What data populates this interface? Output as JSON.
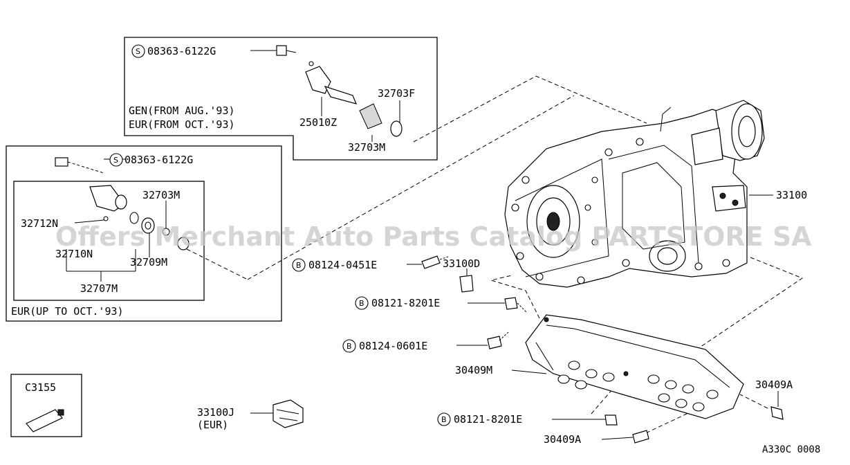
{
  "labels": {
    "s_top": "08363-6122G",
    "s_left": "08363-6122G",
    "gen_note": "GEN(FROM AUG.'93)",
    "eur_note": "EUR(FROM OCT.'93)",
    "p25010z": "25010Z",
    "p32703f": "32703F",
    "p32703m_top": "32703M",
    "p32703m_left": "32703M",
    "p32712n": "32712N",
    "p32709m": "32709M",
    "p32710n": "32710N",
    "p32707m": "32707M",
    "eur_up": "EUR(UP TO OCT.'93)",
    "p33100": "33100",
    "b_08124_0451e": "08124-0451E",
    "p33100d": "33100D",
    "b_08121_8201e_a": "08121-8201E",
    "b_08124_0601e": "08124-0601E",
    "p30409m": "30409M",
    "p30409a_right": "30409A",
    "b_08121_8201e_b": "08121-8201E",
    "p30409a_bottom": "30409A",
    "p33100j": "33100J",
    "eur_paren": "(EUR)",
    "c3155": "C3155",
    "diagram_code": "A330C 0008"
  },
  "markers": {
    "s": "S",
    "b": "B"
  },
  "watermark": "Offers Merchant Auto Parts Catalog PARTSTORE SA"
}
